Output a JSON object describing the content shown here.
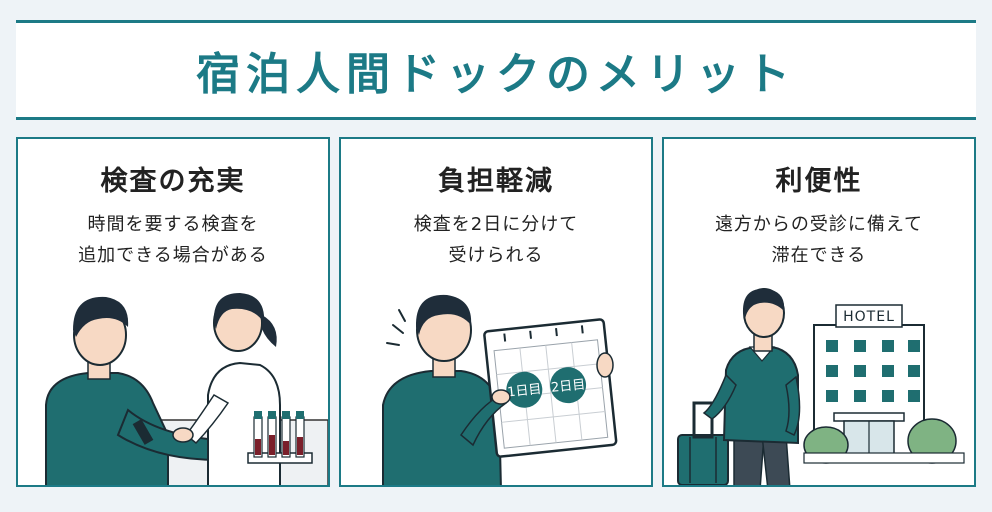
{
  "header": {
    "title": "宿泊人間ドックのメリット"
  },
  "cards": [
    {
      "title": "検査の充実",
      "desc_line1": "時間を要する検査を",
      "desc_line2": "追加できる場合がある"
    },
    {
      "title": "負担軽減",
      "desc_line1": "検査を2日に分けて",
      "desc_line2": "受けられる",
      "calendar_labels": [
        "1日目",
        "2日目"
      ]
    },
    {
      "title": "利便性",
      "desc_line1": "遠方からの受診に備えて",
      "desc_line2": "滞在できる",
      "hotel_sign": "HOTEL"
    }
  ],
  "colors": {
    "accent": "#1c7a86",
    "sweater": "#1f6e70",
    "hair": "#1f2d3a",
    "skin": "#f7d9c4"
  }
}
